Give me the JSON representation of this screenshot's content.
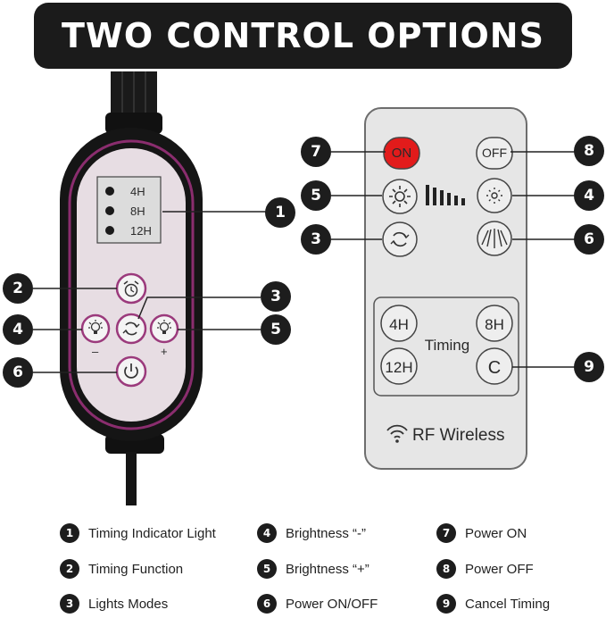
{
  "banner": {
    "title": "TWO CONTROL OPTIONS"
  },
  "controller": {
    "timing_labels": [
      "4H",
      "8H",
      "12H"
    ],
    "minus_label": "–",
    "plus_label": "+"
  },
  "remote": {
    "on_label": "ON",
    "off_label": "OFF",
    "timing_buttons": [
      "4H",
      "8H",
      "12H",
      "C"
    ],
    "timing_label": "Timing",
    "wireless_label": "RF Wireless"
  },
  "callouts": [
    "1",
    "2",
    "3",
    "4",
    "5",
    "6",
    "7",
    "8",
    "9"
  ],
  "legend": [
    {
      "num": "1",
      "text": "Timing Indicator Light"
    },
    {
      "num": "2",
      "text": "Timing Function"
    },
    {
      "num": "3",
      "text": "Lights Modes"
    },
    {
      "num": "4",
      "text": "Brightness “-”"
    },
    {
      "num": "5",
      "text": "Brightness “+”"
    },
    {
      "num": "6",
      "text": "Power ON/OFF"
    },
    {
      "num": "7",
      "text": "Power ON"
    },
    {
      "num": "8",
      "text": "Power OFF"
    },
    {
      "num": "9",
      "text": "Cancel Timing"
    }
  ],
  "colors": {
    "banner_bg": "#1b1b1b",
    "controller_body": "#151515",
    "controller_accent": "#8a2d6e",
    "button_ring": "#9b3a7c",
    "remote_body": "#e6e6e6",
    "on_button": "#e21b1b"
  },
  "icons": [
    "alarm-clock-icon",
    "cycle-arrows-icon",
    "bulb-icon",
    "power-icon",
    "sun-icon",
    "dim-sun-icon",
    "light-rays-icon",
    "brightness-bars-icon",
    "wifi-icon"
  ]
}
